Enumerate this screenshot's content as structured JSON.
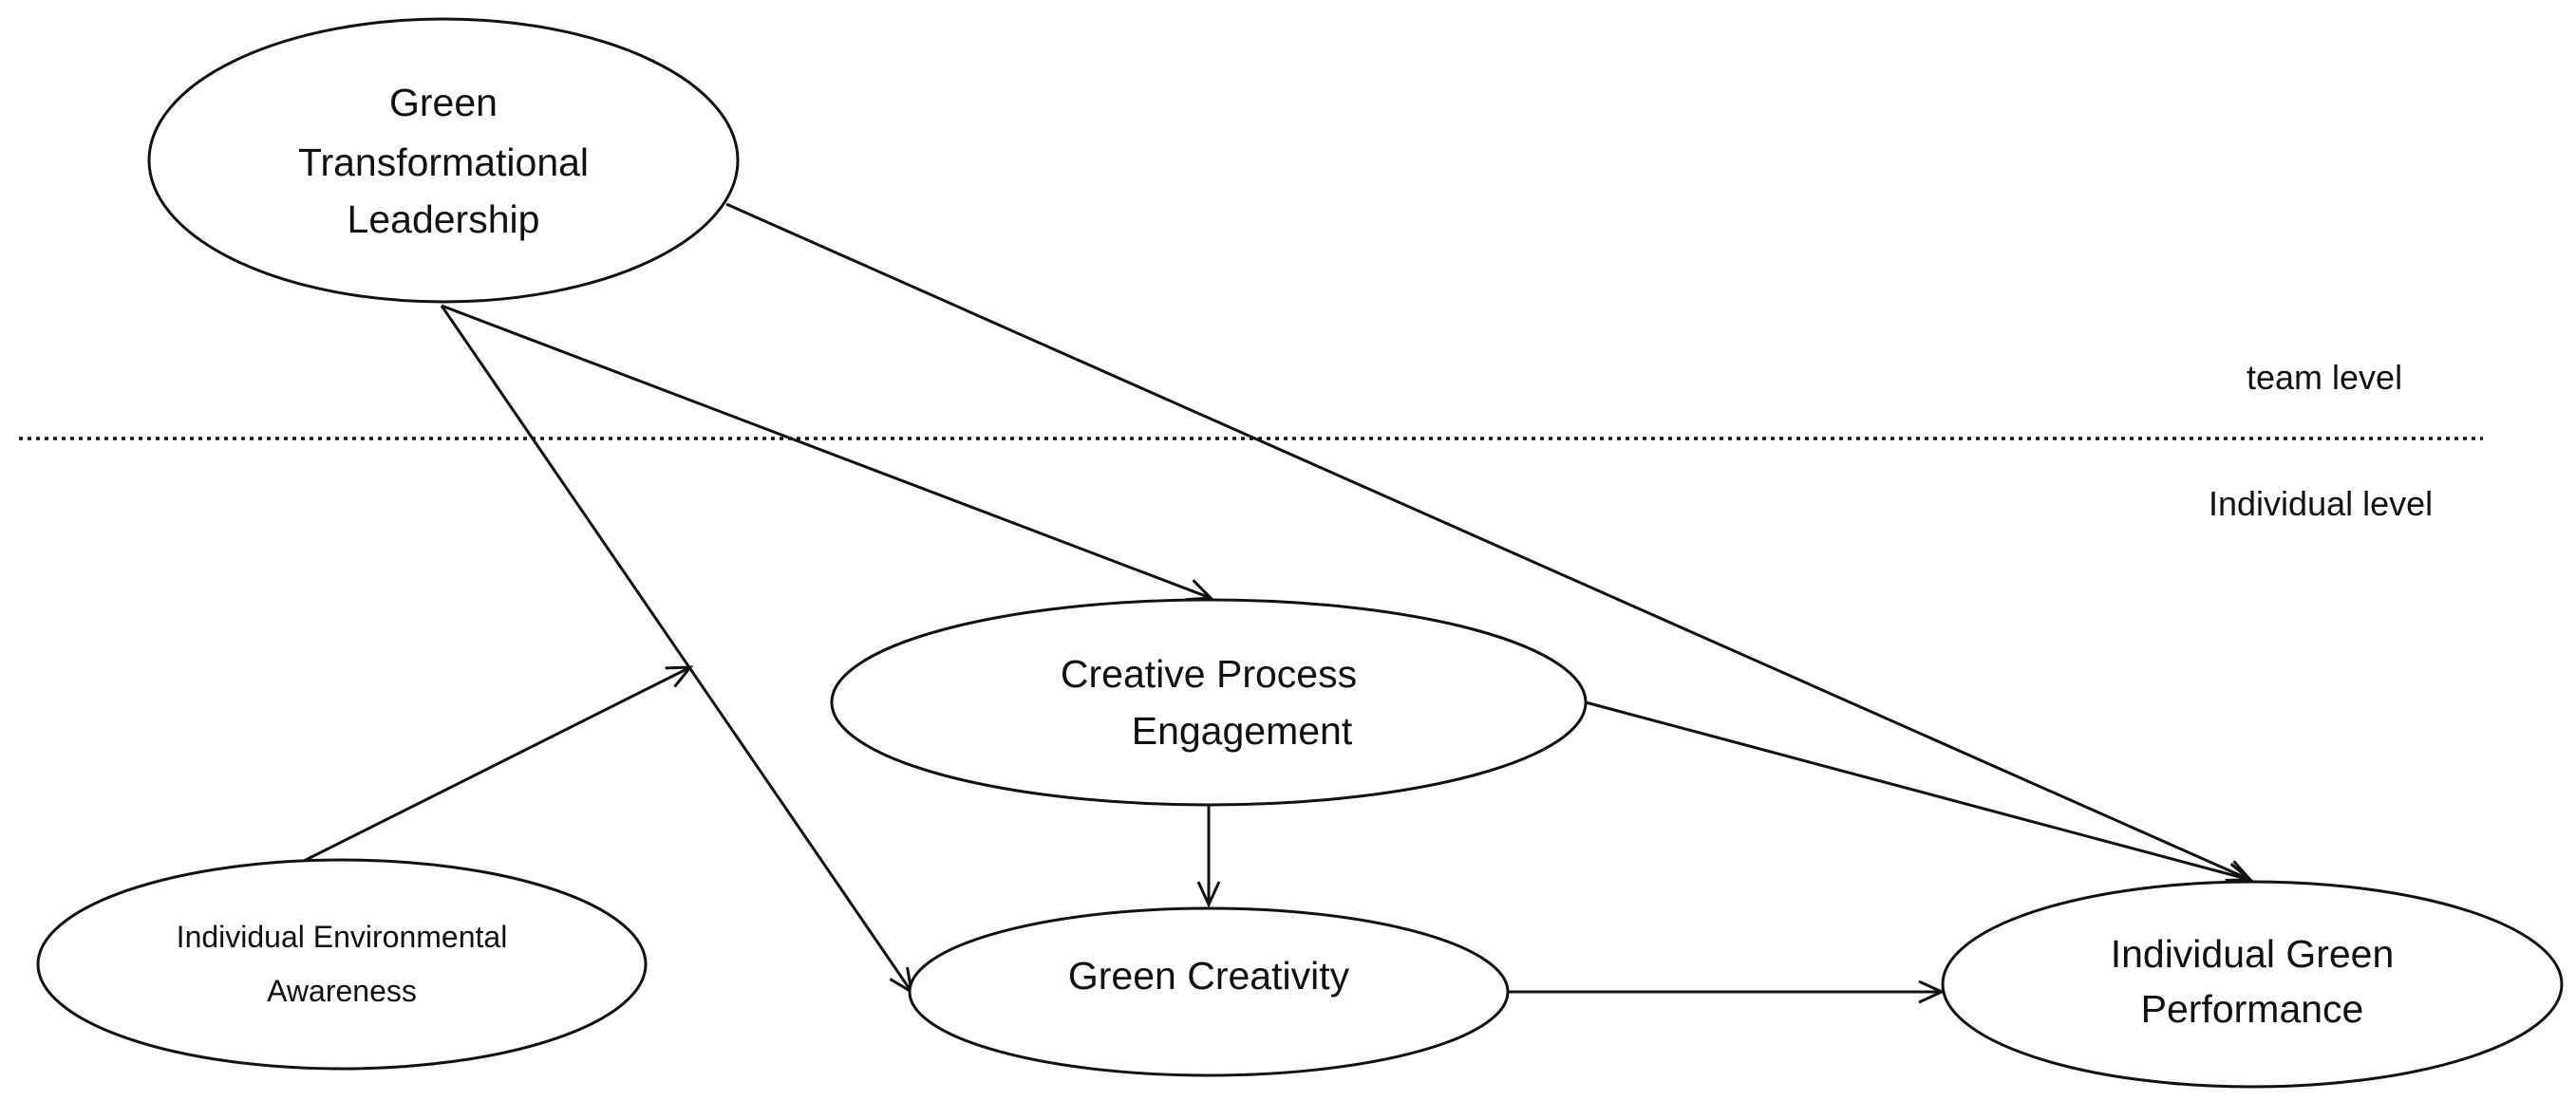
{
  "nodes": {
    "gtl": {
      "lines": [
        "Green",
        "Transformational",
        "Leadership"
      ]
    },
    "cpe": {
      "lines": [
        "Creative Process",
        "Engagement"
      ]
    },
    "gc": {
      "lines": [
        "Green Creativity"
      ]
    },
    "iea": {
      "lines": [
        "Individual Environmental",
        "Awareness"
      ]
    },
    "igp": {
      "lines": [
        "Individual Green",
        "Performance"
      ]
    }
  },
  "levels": {
    "team": "team level",
    "individual": "Individual level"
  }
}
